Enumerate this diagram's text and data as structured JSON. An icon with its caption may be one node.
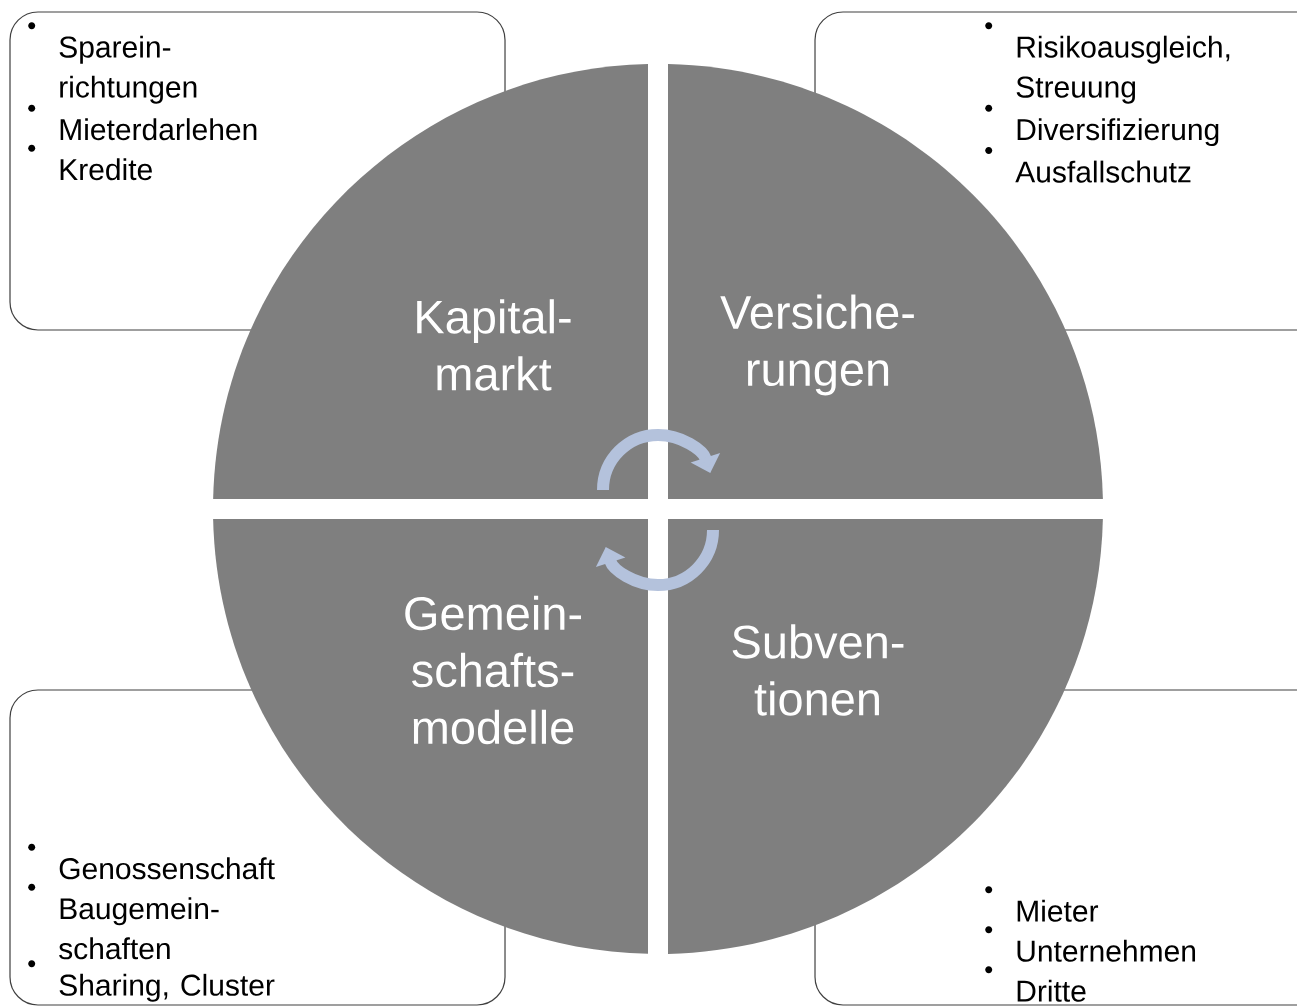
{
  "diagram": {
    "nodes": [
      {
        "text": [
          "Kapital- markt"
        ]
      },
      {
        "text": [
          "Versiche- rungen"
        ]
      },
      {
        "text": [
          "Gemein- schafts- modelle"
        ]
      },
      {
        "text": [
          "Subven- tionen"
        ]
      },
      {
        "text": [
          "Sparein- richtungen",
          "Mieterdarlehen",
          "Kredite"
        ]
      },
      {
        "text": [
          "Risikoausgleich, Streuung",
          "Diversifizierung",
          "Ausfallschutz"
        ]
      },
      {
        "text": [
          "Genossenschaft",
          "Baugemein- schaften",
          "Sharing, Cluster"
        ]
      },
      {
        "text": [
          "Mieter",
          "Unternehmen",
          "Dritte"
        ]
      }
    ],
    "edges": [
      {
        "from": 0,
        "to": 1,
        "arrow": "to"
      },
      {
        "from": 3,
        "to": 2,
        "arrow": "to"
      }
    ]
  }
}
